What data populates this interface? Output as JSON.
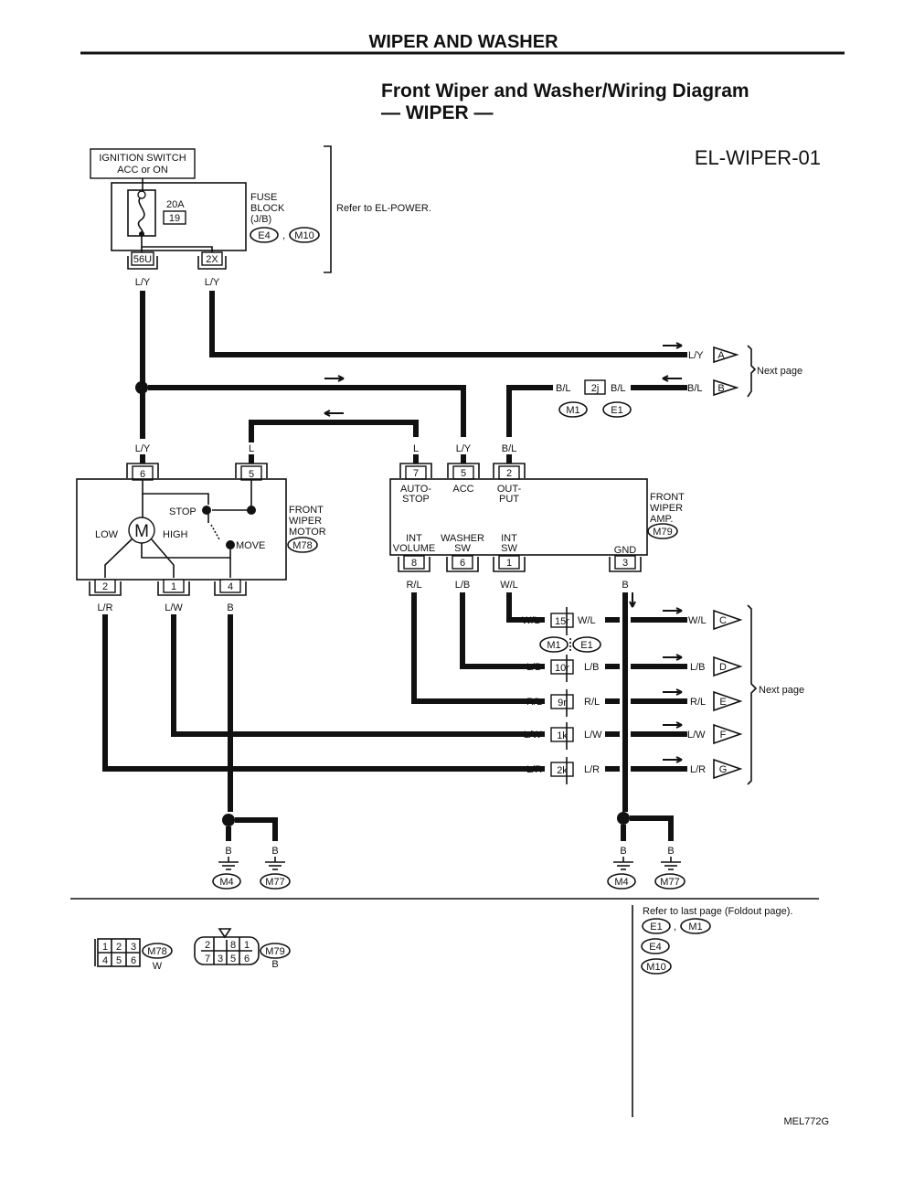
{
  "header": {
    "section_title": "WIPER AND WASHER",
    "diagram_title": "Front Wiper and Washer/Wiring Diagram",
    "diagram_subtitle": "— WIPER —",
    "diagram_code": "EL-WIPER-01"
  },
  "power": {
    "ignition_line1": "IGNITION SWITCH",
    "ignition_line2": "ACC or ON",
    "fuse_rating": "20A",
    "fuse_number": "19",
    "fuse_block_line1": "FUSE",
    "fuse_block_line2": "BLOCK",
    "fuse_block_line3": "(J/B)",
    "fuse_conn_1": "E4",
    "fuse_conn_sep": ",",
    "fuse_conn_2": "M10",
    "refer_power": "Refer to EL-POWER.",
    "term_left": "56U",
    "term_right": "2X",
    "wire_left": "L/Y",
    "wire_right": "L/Y"
  },
  "motor": {
    "name_line1": "FRONT",
    "name_line2": "WIPER",
    "name_line3": "MOTOR",
    "connector": "M78",
    "stop": "STOP",
    "low": "LOW",
    "high": "HIGH",
    "move": "MOVE",
    "motor_symbol": "M",
    "pin_top_left": "6",
    "pin_top_right": "5",
    "pin_bottom_1": "2",
    "pin_bottom_2": "1",
    "pin_bottom_3": "4",
    "wire_top_left": "L/Y",
    "wire_top_right": "L",
    "wire_bottom_1": "L/R",
    "wire_bottom_2": "L/W",
    "wire_bottom_3": "B"
  },
  "amp": {
    "name_line1": "FRONT",
    "name_line2": "WIPER",
    "name_line3": "AMP.",
    "connector": "M79",
    "pin_top_1": "7",
    "pin_top_2": "5",
    "pin_top_3": "2",
    "label_auto_1": "AUTO-",
    "label_auto_2": "STOP",
    "label_acc": "ACC",
    "label_out_1": "OUT-",
    "label_out_2": "PUT",
    "label_int_vol_1": "INT",
    "label_int_vol_2": "VOLUME",
    "label_washer_1": "WASHER",
    "label_washer_2": "SW",
    "label_int_sw_1": "INT",
    "label_int_sw_2": "SW",
    "label_gnd": "GND",
    "pin_bottom_1": "8",
    "pin_bottom_2": "6",
    "pin_bottom_3": "1",
    "pin_bottom_4": "3",
    "wire_top_1": "L",
    "wire_top_2": "L/Y",
    "wire_top_3": "B/L",
    "wire_bottom_1": "R/L",
    "wire_bottom_2": "L/B",
    "wire_bottom_3": "W/L",
    "wire_bottom_4": "B"
  },
  "connectors": {
    "c2j": "2j",
    "c15r": "15r",
    "c10r": "10r",
    "c9r": "9r",
    "c1k": "1k",
    "c2k": "2k",
    "jc1": "M1",
    "jc2": "E1"
  },
  "next_page": {
    "label_top": "Next page",
    "label_bottom": "Next page",
    "rows": [
      {
        "tag": "A",
        "left": "",
        "right": "L/Y"
      },
      {
        "tag": "B",
        "left": "B/L",
        "right": "B/L"
      },
      {
        "tag": "C",
        "left": "W/L",
        "right": "W/L"
      },
      {
        "tag": "D",
        "left": "L/B",
        "right": "L/B"
      },
      {
        "tag": "E",
        "left": "R/L",
        "right": "R/L"
      },
      {
        "tag": "F",
        "left": "L/W",
        "right": "L/W"
      },
      {
        "tag": "G",
        "left": "L/R",
        "right": "L/R"
      }
    ],
    "amp_side": [
      {
        "left": "B/L",
        "right": "B/L"
      },
      {
        "left": "W/L",
        "right": "W/L"
      },
      {
        "left": "L/B",
        "right": "L/B"
      },
      {
        "left": "R/L",
        "right": "R/L"
      },
      {
        "left": "L/W",
        "right": "L/W"
      },
      {
        "left": "L/R",
        "right": "L/R"
      }
    ]
  },
  "grounds": {
    "left_wire_1": "B",
    "left_wire_2": "B",
    "left_conn_1": "M4",
    "left_conn_2": "M77",
    "right_wire_1": "B",
    "right_wire_2": "B",
    "right_conn_1": "M4",
    "right_conn_2": "M77"
  },
  "footer": {
    "m78_pins_top": [
      "1",
      "2",
      "3"
    ],
    "m78_pins_bottom": [
      "4",
      "5",
      "6"
    ],
    "m78_label": "M78",
    "m78_color": "W",
    "m79_pins_top": [
      "2",
      "8",
      "1"
    ],
    "m79_pins_bottom": [
      "7",
      "3",
      "5",
      "6"
    ],
    "m79_label": "M79",
    "m79_color": "B",
    "refer_text": "Refer to last page (Foldout page).",
    "refer_conn_1": "E1",
    "refer_sep": ",",
    "refer_conn_2": "M1",
    "refer_conn_3": "E4",
    "refer_conn_4": "M10",
    "figure_code": "MEL772G"
  }
}
